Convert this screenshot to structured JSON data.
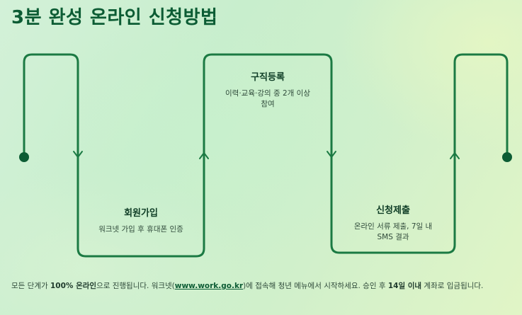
{
  "title": "3분 완성 온라인 신청방법",
  "steps": [
    {
      "title": "회원가입",
      "desc": "워크넷 가입 후 휴대폰 인증"
    },
    {
      "title": "구직등록",
      "desc": "이력·교육·강의 중 2개 이상 참여"
    },
    {
      "title": "신청제출",
      "desc": "온라인 서류 제출, 7일 내 SMS 결과"
    }
  ],
  "footer": {
    "p1": "모든 단계가 ",
    "b1": "100% 온라인",
    "p2": "으로 진행됩니다. 워크넷(",
    "link": "www.work.go.kr",
    "p3": ")에 접속해 청년 메뉴에서 시작하세요. 승인 후 ",
    "b2": "14일 이내",
    "p4": " 계좌로 입금됩니다."
  },
  "colors": {
    "line": "#1b7a43",
    "title": "#0c5c34"
  }
}
